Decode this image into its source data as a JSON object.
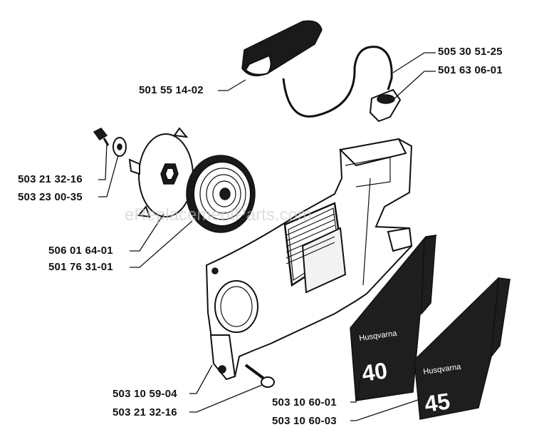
{
  "watermark": "eReplacementParts.com",
  "brand_text": "Husqvarna",
  "decals": {
    "model_40": "40",
    "model_45": "45"
  },
  "labels": {
    "handle": "501 55 14-02",
    "cord": "505 30 51-25",
    "grommet": "501 63 06-01",
    "screw_top": "503 21 32-16",
    "washer": "503 23 00-35",
    "pulley": "506 01 64-01",
    "spring": "501 76 31-01",
    "bushing": "503 10 59-04",
    "screw_bottom": "503 21 32-16",
    "decal_40": "503 10 60-01",
    "decal_45": "503 10 60-03"
  }
}
